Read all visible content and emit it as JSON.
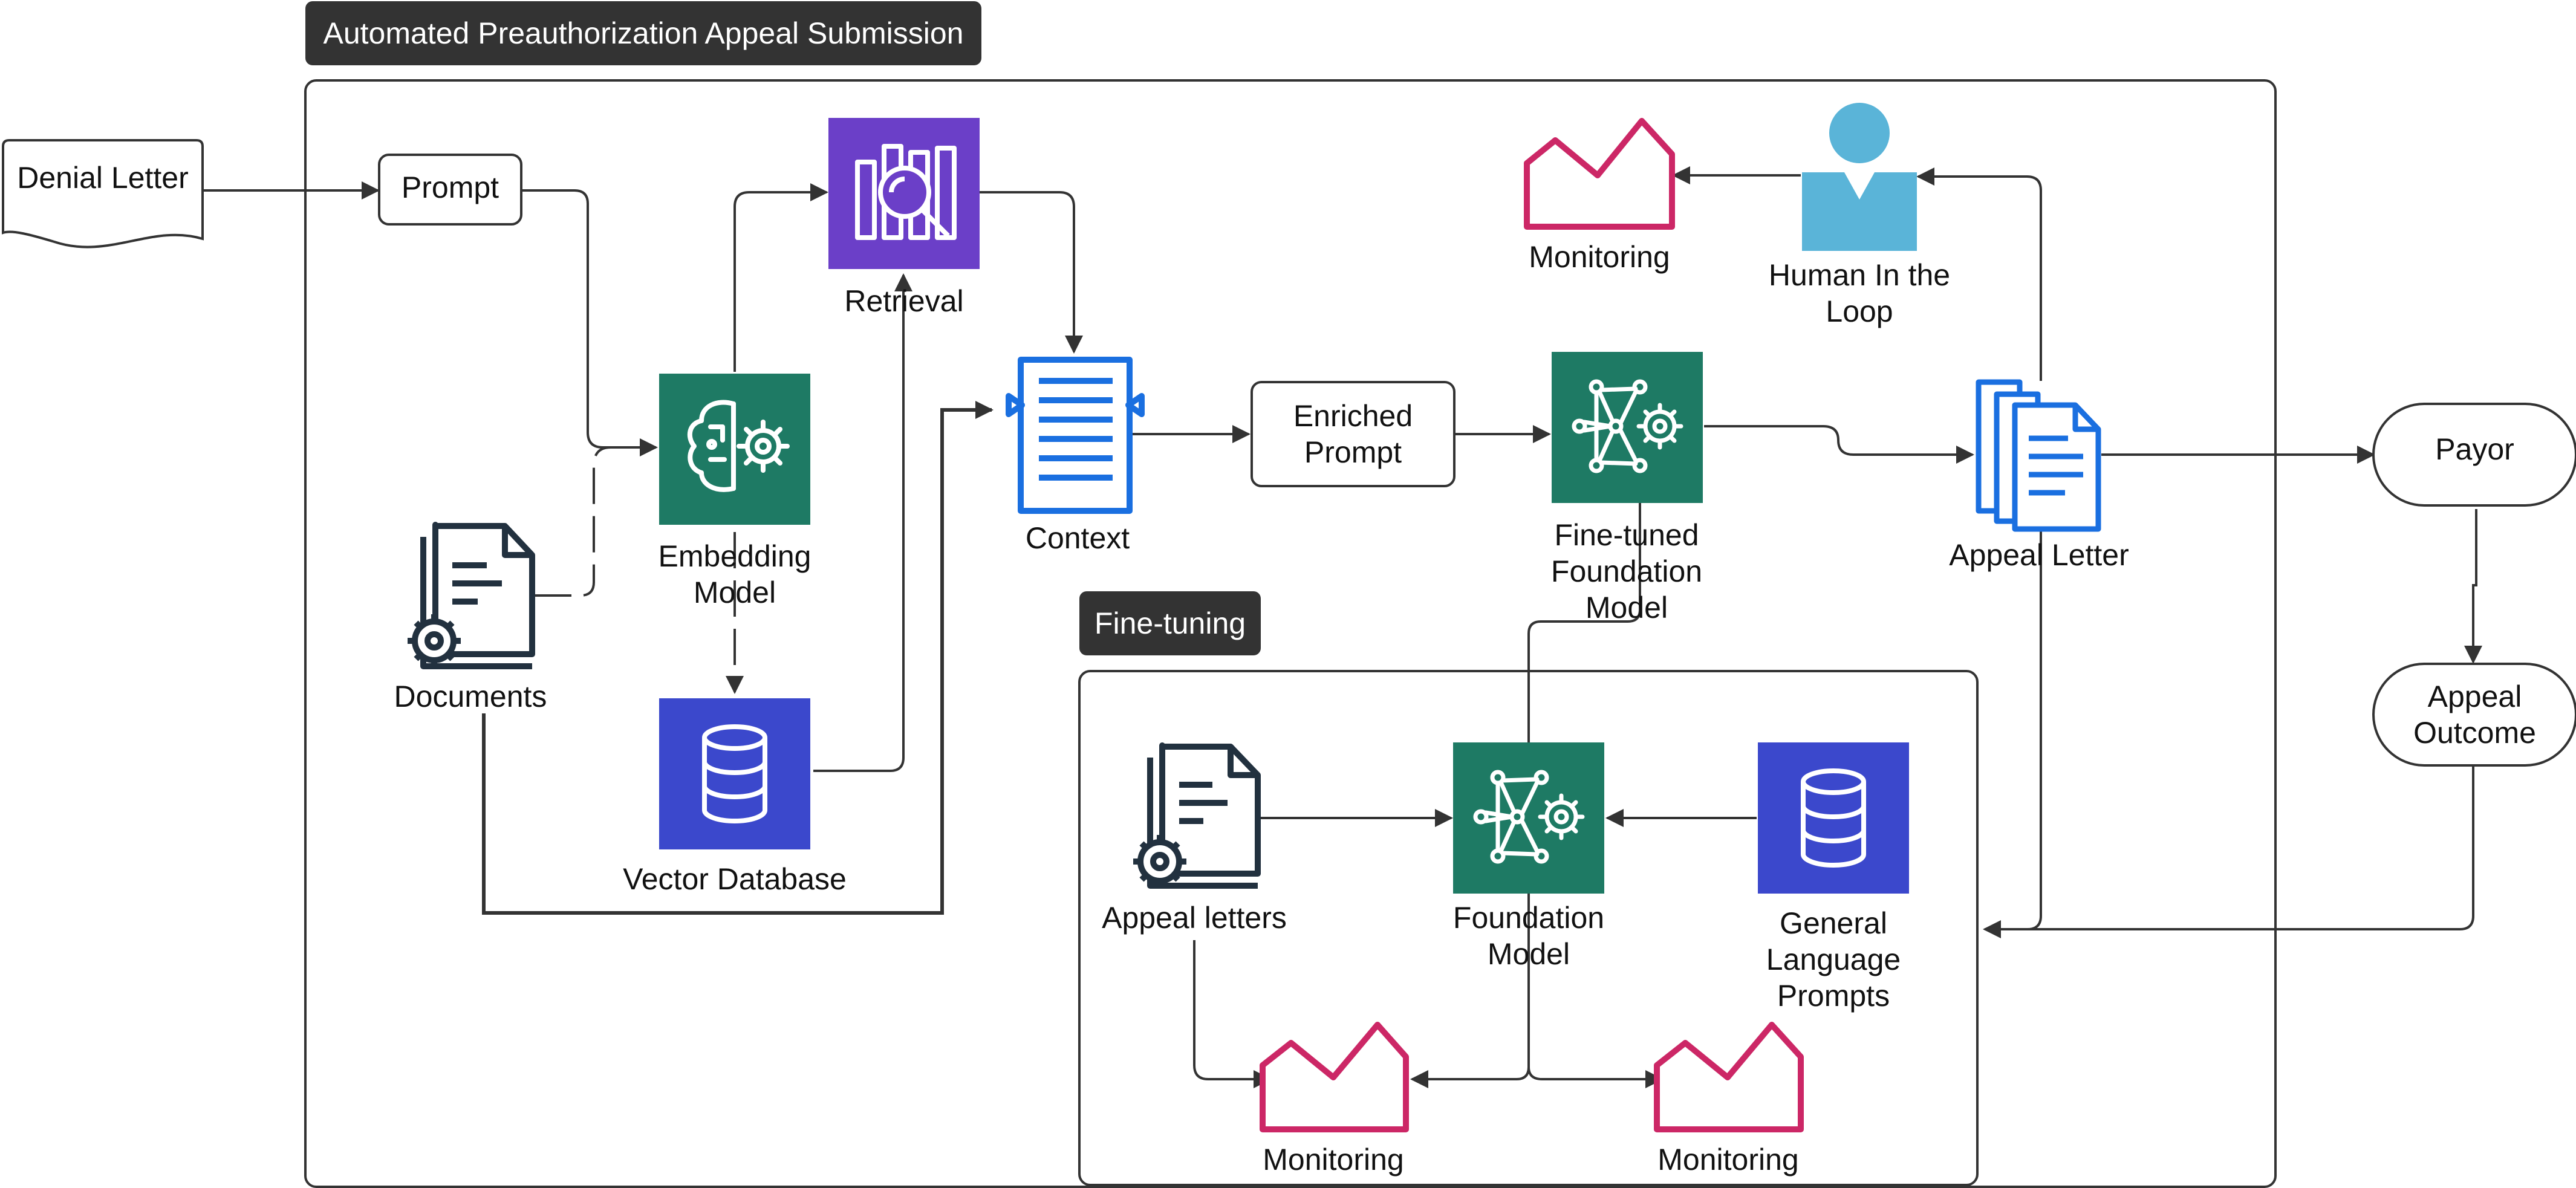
{
  "title_tag": "Automated Preauthorization Appeal Submission",
  "finetuning_tag": "Fine-tuning",
  "nodes": {
    "denial_letter": "Denial Letter",
    "prompt": "Prompt",
    "retrieval": "Retrieval",
    "embedding_model": [
      "Embedding",
      "Model"
    ],
    "documents": "Documents",
    "vector_database": "Vector Database",
    "context": "Context",
    "enriched_prompt": [
      "Enriched",
      "Prompt"
    ],
    "finetuned_model": [
      "Fine-tuned",
      "Foundation",
      "Model"
    ],
    "monitoring_top": "Monitoring",
    "human_in_loop": [
      "Human In the",
      "Loop"
    ],
    "appeal_letter": "Appeal Letter",
    "payor": "Payor",
    "appeal_outcome": [
      "Appeal",
      "Outcome"
    ],
    "appeal_letters": "Appeal letters",
    "foundation_model": [
      "Foundation",
      "Model"
    ],
    "general_language_prompts": [
      "General",
      "Language",
      "Prompts"
    ],
    "monitoring_left": "Monitoring",
    "monitoring_right": "Monitoring"
  },
  "icons": {
    "retrieval": "retrieval-search-icon",
    "embedding": "brain-gear-icon",
    "documents": "document-gear-icon",
    "vector_db": "database-icon",
    "context": "context-document-icon",
    "model": "neural-network-gear-icon",
    "monitoring": "monitoring-chart-icon",
    "human": "person-icon",
    "appeal_letter": "stacked-documents-icon"
  },
  "colors": {
    "dark_tag": "#333333",
    "teal": "#1e7a64",
    "purple": "#6b3fc8",
    "db_blue": "#3b48cc",
    "accent_blue": "#1a6fe0",
    "magenta": "#cc2766",
    "person_blue": "#5ab4d8",
    "line": "#333333"
  }
}
